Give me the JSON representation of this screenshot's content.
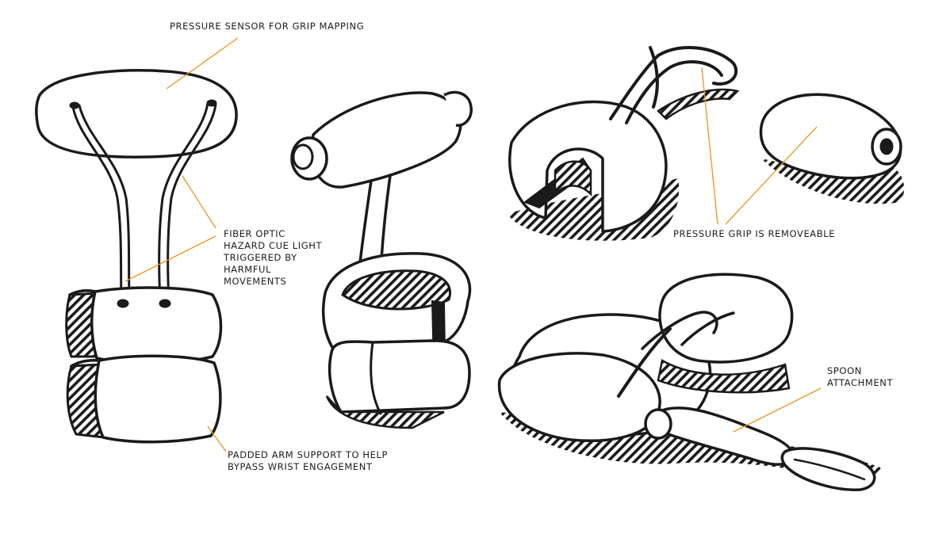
{
  "colors": {
    "ink": "#1a1a1a",
    "leader": "#e8951f",
    "background": "#ffffff"
  },
  "annotations": {
    "pressure_sensor": "PRESSURE SENSOR FOR GRIP MAPPING",
    "fiber_optic": [
      "FIBER OPTIC",
      "HAZARD CUE LIGHT",
      "TRIGGERED BY",
      "HARMFUL",
      "MOVEMENTS"
    ],
    "padded_arm": [
      "PADDED ARM SUPPORT TO HELP",
      "BYPASS WRIST ENGAGEMENT"
    ],
    "pressure_grip": "PRESSURE GRIP IS REMOVEABLE",
    "spoon": [
      "SPOON",
      "ATTACHMENT"
    ]
  }
}
